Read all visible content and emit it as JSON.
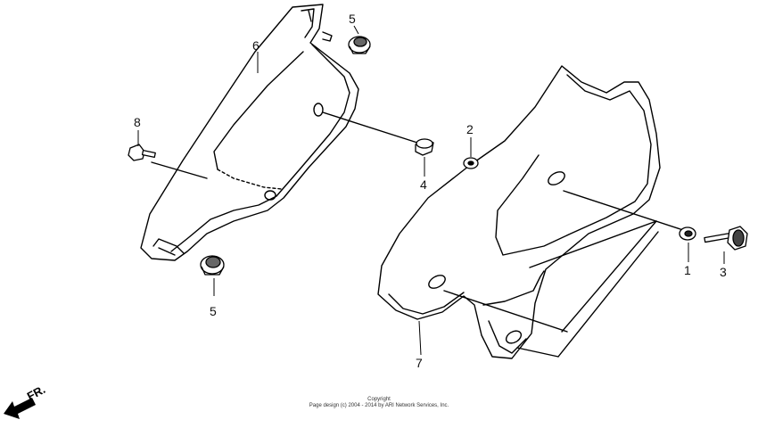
{
  "callouts": {
    "c1": "1",
    "c2": "2",
    "c3": "3",
    "c4": "4",
    "c5a": "5",
    "c5b": "5",
    "c6": "6",
    "c7": "7",
    "c8": "8"
  },
  "direction": {
    "label": "FR."
  },
  "copyright": {
    "line1": "Copyright",
    "line2": "Page design (c) 2004 - 2014 by ARI Network Services, Inc."
  }
}
